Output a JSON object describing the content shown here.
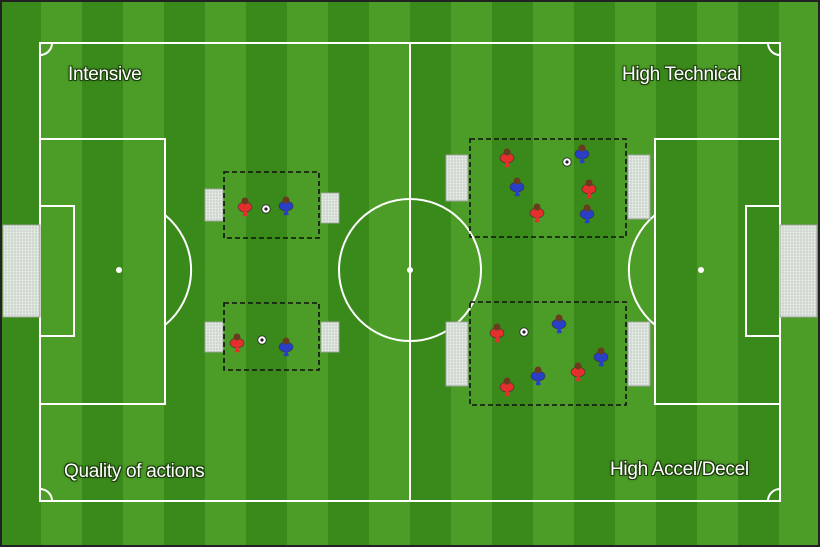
{
  "labels": {
    "top_left": "Intensive",
    "top_right": "High Technical",
    "bottom_left": "Quality of actions",
    "bottom_right": "High Accel/Decel"
  },
  "colors": {
    "grass_dark": "#3a8a1b",
    "grass_light": "#4c9d27",
    "line": "#ffffff",
    "team_red": "#e3302c",
    "team_blue": "#2a3fc8",
    "grid_border": "#111111"
  },
  "drills": [
    {
      "name": "drill-top-left-1v1",
      "players": {
        "red": 1,
        "blue": 1
      },
      "balls": 1,
      "goals": 2
    },
    {
      "name": "drill-bottom-left-1v1",
      "players": {
        "red": 1,
        "blue": 1
      },
      "balls": 1,
      "goals": 2
    },
    {
      "name": "drill-top-right-3v3",
      "players": {
        "red": 3,
        "blue": 3
      },
      "balls": 1,
      "goals": 2
    },
    {
      "name": "drill-bottom-right-3v3",
      "players": {
        "red": 3,
        "blue": 3
      },
      "balls": 1,
      "goals": 2
    }
  ]
}
